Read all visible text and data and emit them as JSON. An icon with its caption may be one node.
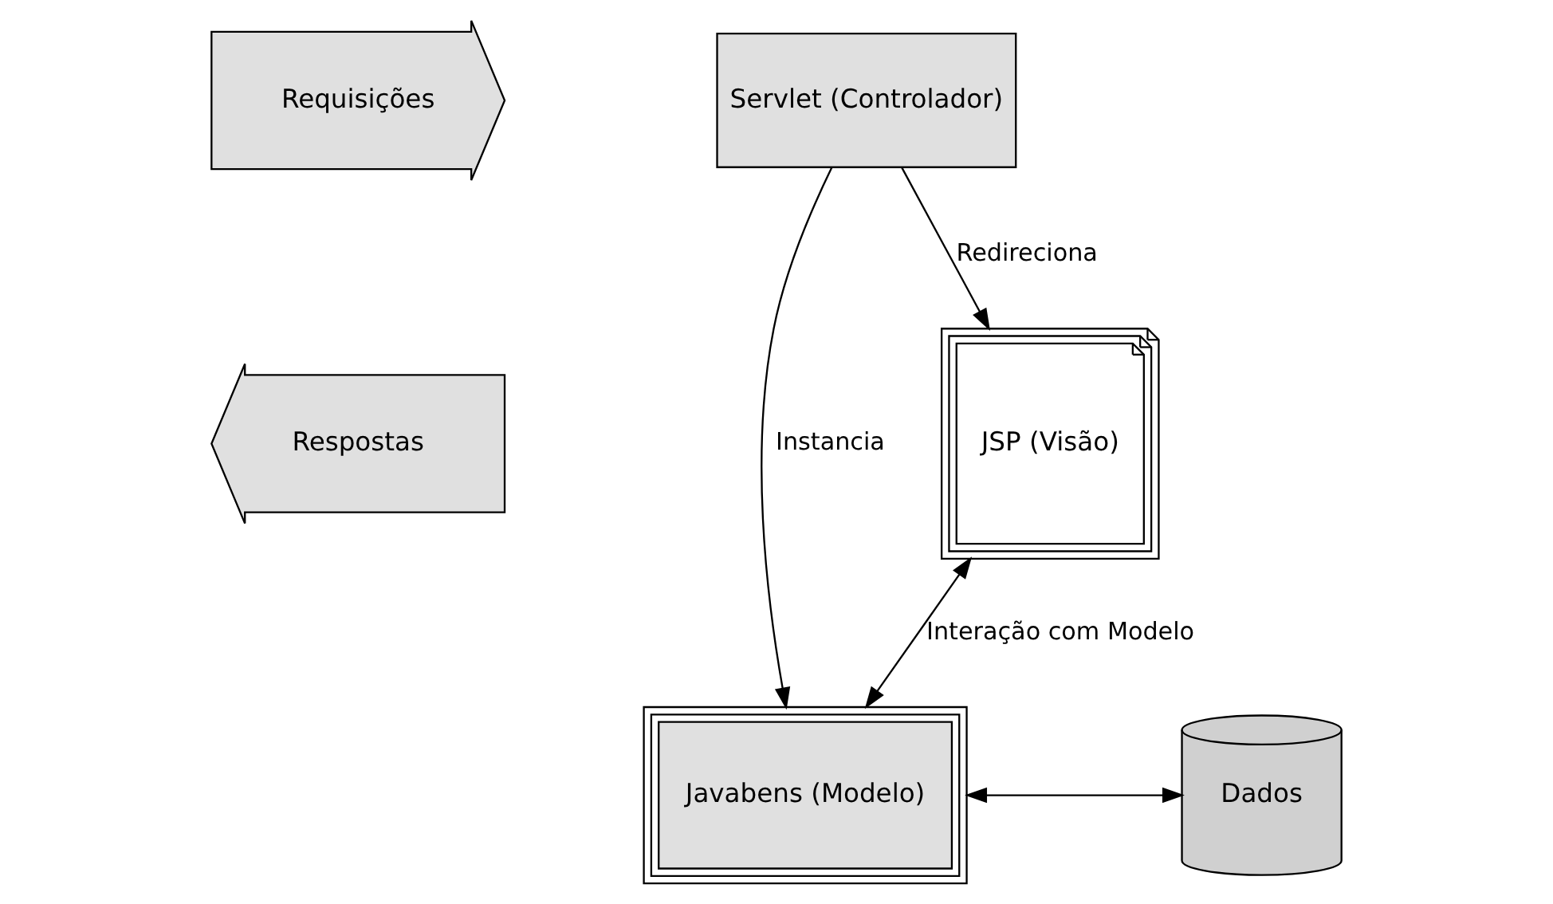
{
  "diagram": {
    "nodes": [
      {
        "text": [
          "Requisições"
        ]
      },
      {
        "text": [
          "Servlet (Controlador)"
        ]
      },
      {
        "text": [
          "Javabens (Modelo)"
        ]
      },
      {
        "text": [
          "Dados"
        ]
      },
      {
        "text": [
          "JSP (Visão)"
        ]
      },
      {
        "text": [
          "Respostas"
        ]
      }
    ],
    "edges": [
      {
        "from": 1,
        "to": 2,
        "arrow": "to",
        "label": "Instancia"
      },
      {
        "from": 1,
        "to": 4,
        "arrow": "to",
        "label": "Redireciona"
      },
      {
        "from": 2,
        "to": 3,
        "arrow": "both"
      },
      {
        "from": 4,
        "to": 2,
        "arrow": "both",
        "label": "Interação com Modelo"
      }
    ]
  }
}
